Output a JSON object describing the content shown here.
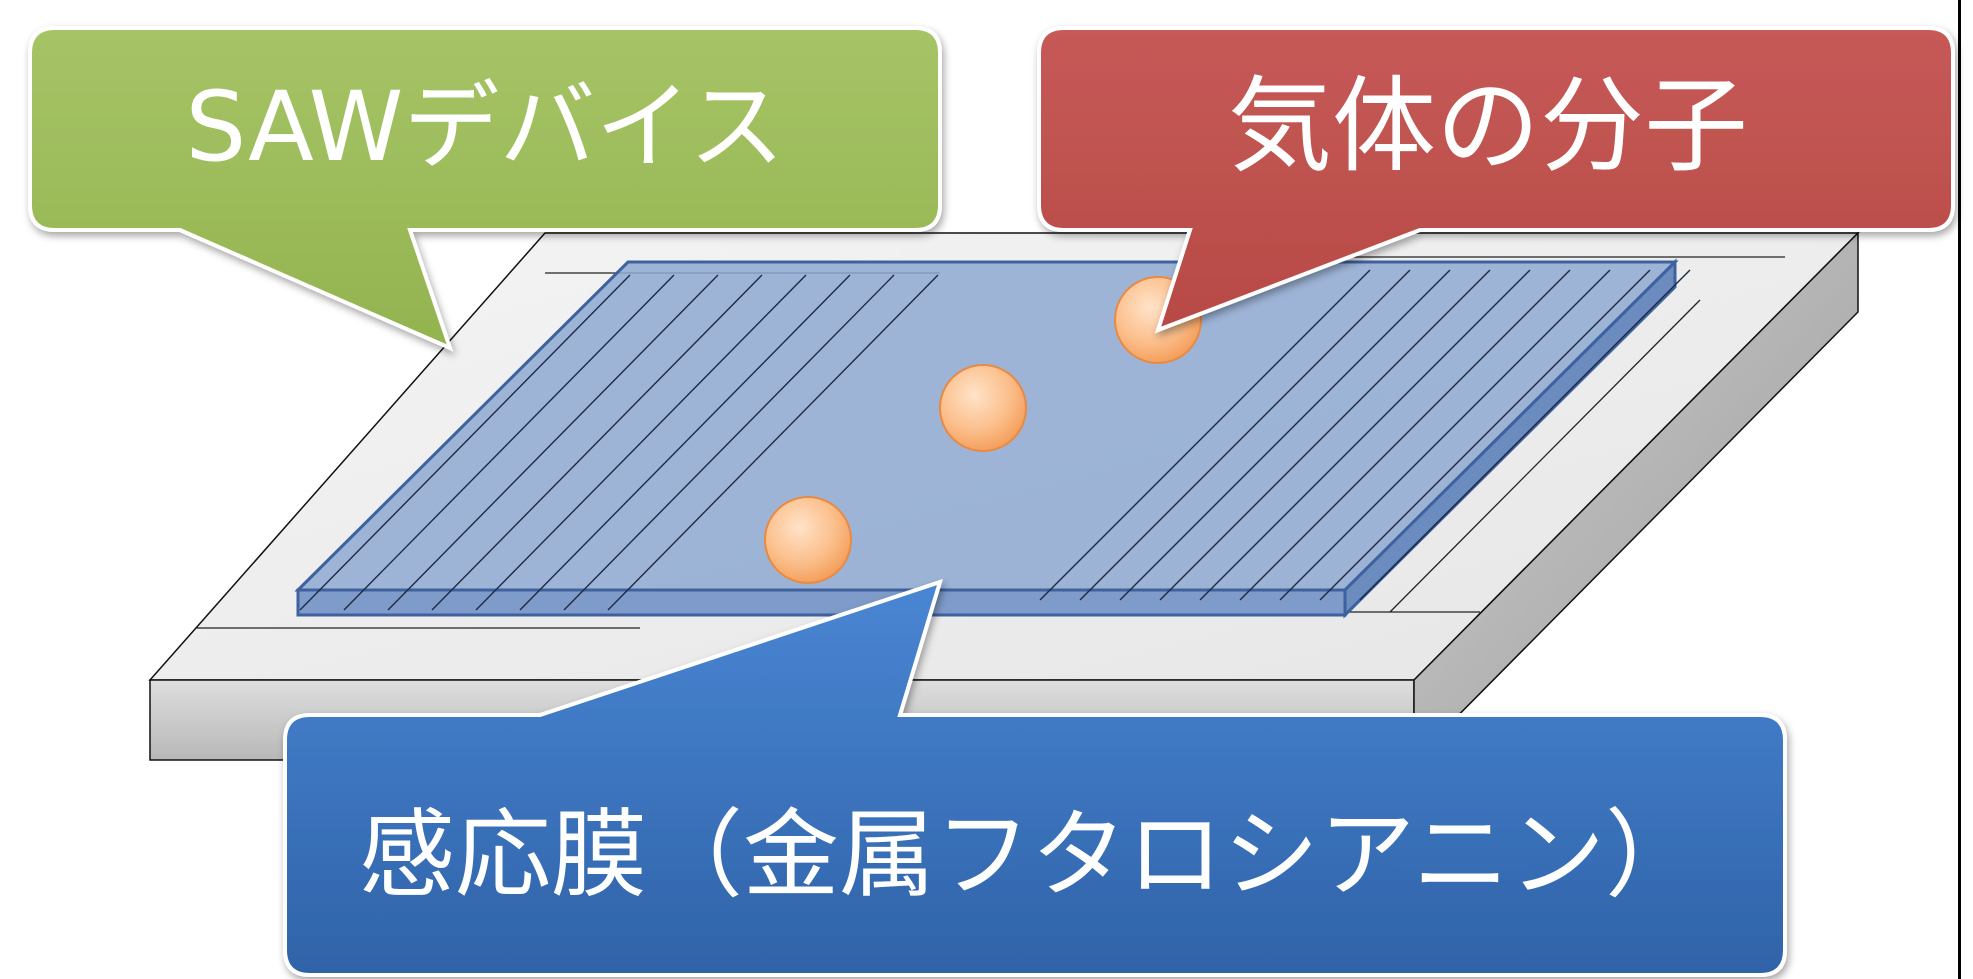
{
  "callouts": {
    "saw_device": {
      "label": "SAWデバイス",
      "color": "#9BBB59"
    },
    "gas_molecule": {
      "label": "気体の分子",
      "color": "#C0504D"
    },
    "sensing_film": {
      "label": "感応膜（金属フタロシアニン）",
      "color": "#3A73BD"
    }
  },
  "colors": {
    "substrate": "#D9D9D9",
    "film": "#8EA9D2",
    "film_edge": "#4F6FA8",
    "molecule": "#F9A870",
    "molecule_edge": "#E88A42",
    "electrode_line": "#1F2A44"
  },
  "icons": {
    "molecule": "circle"
  }
}
